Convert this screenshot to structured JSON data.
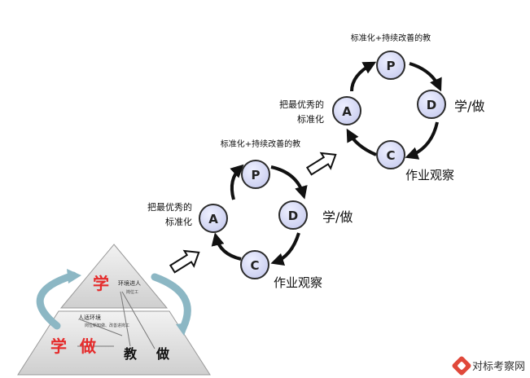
{
  "cycle_lower": {
    "label_top": "标准化+持续改善的教",
    "label_left_1": "把最优秀的",
    "label_left_2": "标准化",
    "label_right": "学/做",
    "label_bottom": "作业观察",
    "nodes": {
      "P": "P",
      "D": "D",
      "C": "C",
      "A": "A"
    }
  },
  "cycle_upper": {
    "label_top": "标准化+持续改善的教",
    "label_left_1": "把最优秀的",
    "label_left_2": "标准化",
    "label_right": "学/做",
    "label_bottom": "作业观察",
    "nodes": {
      "P": "P",
      "D": "D",
      "C": "C",
      "A": "A"
    }
  },
  "pyramid": {
    "top_char": "学",
    "top_caption_1": "环境进人",
    "top_caption_2": "岗位工",
    "middle_caption_1": "人适环境",
    "middle_caption_2": "岗位新知做、改善进岗工",
    "bottom_chars": [
      "学",
      "做",
      "教",
      "做"
    ]
  },
  "watermark": {
    "text": "对标考察网",
    "icon": "diamond-logo-icon"
  },
  "colors": {
    "node_fill": "#d9dcf4",
    "node_stroke": "#2c2c2c",
    "arrow": "#111111",
    "pyramid_fill": "#dcdcdc",
    "accent_red": "#e52b2b",
    "curve_arrow": "#8cb7c4"
  }
}
